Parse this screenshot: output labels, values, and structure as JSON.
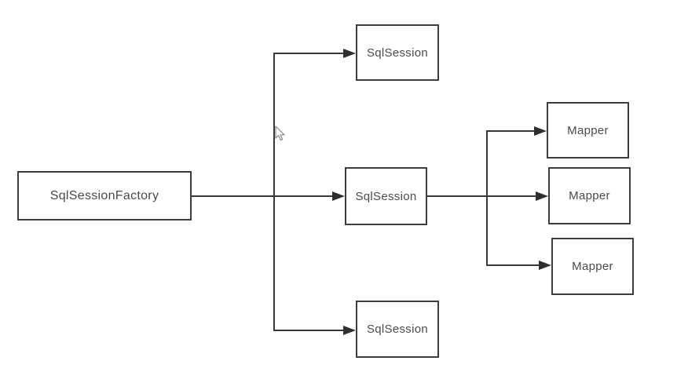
{
  "diagram": {
    "nodes": {
      "factory": {
        "label": "SqlSessionFactory"
      },
      "session_top": {
        "label": "SqlSession"
      },
      "session_middle": {
        "label": "SqlSession"
      },
      "session_bottom": {
        "label": "SqlSession"
      },
      "mapper_top": {
        "label": "Mapper"
      },
      "mapper_middle": {
        "label": "Mapper"
      },
      "mapper_bottom": {
        "label": "Mapper"
      }
    },
    "edges": [
      {
        "from": "SqlSessionFactory",
        "to": "SqlSession (top)"
      },
      {
        "from": "SqlSessionFactory",
        "to": "SqlSession (middle)"
      },
      {
        "from": "SqlSessionFactory",
        "to": "SqlSession (bottom)"
      },
      {
        "from": "SqlSession (middle)",
        "to": "Mapper (top)"
      },
      {
        "from": "SqlSession (middle)",
        "to": "Mapper (middle)"
      },
      {
        "from": "SqlSession (middle)",
        "to": "Mapper (bottom)"
      }
    ],
    "colors": {
      "node_border": "#3d3d3d",
      "connector_line": "#383838",
      "arrowhead": "#2f2f2f",
      "label_text": "#4a4a4a",
      "background": "#ffffff",
      "cursor_outline": "#8a8a8a"
    }
  }
}
